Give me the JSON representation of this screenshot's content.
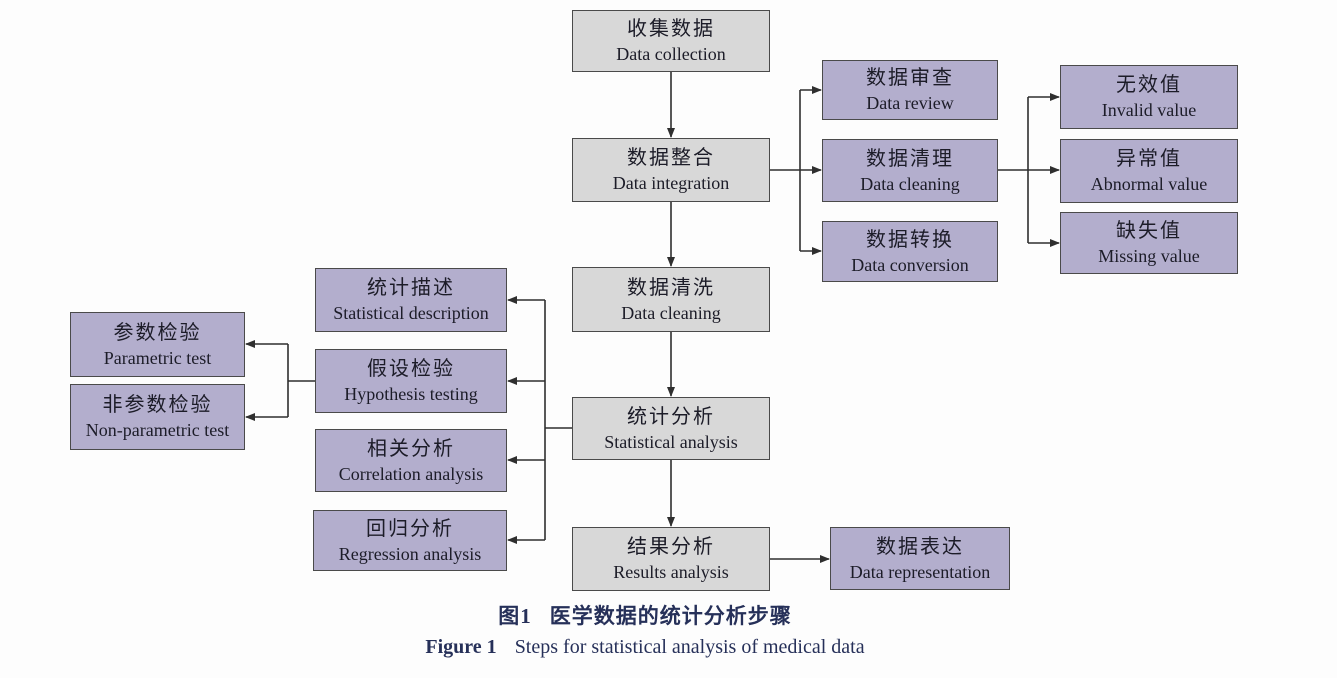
{
  "figure": {
    "caption_zh_label": "图1",
    "caption_zh": "医学数据的统计分析步骤",
    "caption_en_label": "Figure 1",
    "caption_en": "Steps for statistical analysis of medical data"
  },
  "colors": {
    "process_box": "#d8d8d8",
    "item_box": "#b3aecd",
    "box_border": "#4a4a4a",
    "connector": "#2f2f2f",
    "box_text": "#1c1c28",
    "caption": "#263059",
    "page_bg": "#fdfdfd"
  },
  "nodes": {
    "data_collection": {
      "zh": "收集数据",
      "en": "Data collection"
    },
    "data_integration": {
      "zh": "数据整合",
      "en": "Data integration"
    },
    "data_cleaning_main": {
      "zh": "数据清洗",
      "en": "Data cleaning"
    },
    "statistical_analysis": {
      "zh": "统计分析",
      "en": "Statistical analysis"
    },
    "results_analysis": {
      "zh": "结果分析",
      "en": "Results analysis"
    },
    "data_review": {
      "zh": "数据审查",
      "en": "Data review"
    },
    "data_cleaning_sub": {
      "zh": "数据清理",
      "en": "Data cleaning"
    },
    "data_conversion": {
      "zh": "数据转换",
      "en": "Data conversion"
    },
    "invalid_value": {
      "zh": "无效值",
      "en": "Invalid value"
    },
    "abnormal_value": {
      "zh": "异常值",
      "en": "Abnormal value"
    },
    "missing_value": {
      "zh": "缺失值",
      "en": "Missing value"
    },
    "statistical_description": {
      "zh": "统计描述",
      "en": "Statistical description"
    },
    "hypothesis_testing": {
      "zh": "假设检验",
      "en": "Hypothesis testing"
    },
    "correlation_analysis": {
      "zh": "相关分析",
      "en": "Correlation analysis"
    },
    "regression_analysis": {
      "zh": "回归分析",
      "en": "Regression analysis"
    },
    "parametric_test": {
      "zh": "参数检验",
      "en": "Parametric test"
    },
    "non_parametric_test": {
      "zh": "非参数检验",
      "en": "Non-parametric test"
    },
    "data_representation": {
      "zh": "数据表达",
      "en": "Data representation"
    }
  },
  "edges": [
    {
      "from": "data_collection",
      "to": "data_integration"
    },
    {
      "from": "data_integration",
      "to": "data_cleaning_main"
    },
    {
      "from": "data_integration",
      "to": "data_review"
    },
    {
      "from": "data_integration",
      "to": "data_cleaning_sub"
    },
    {
      "from": "data_integration",
      "to": "data_conversion"
    },
    {
      "from": "data_cleaning_sub",
      "to": "invalid_value"
    },
    {
      "from": "data_cleaning_sub",
      "to": "abnormal_value"
    },
    {
      "from": "data_cleaning_sub",
      "to": "missing_value"
    },
    {
      "from": "data_cleaning_main",
      "to": "statistical_analysis"
    },
    {
      "from": "statistical_analysis",
      "to": "statistical_description"
    },
    {
      "from": "statistical_analysis",
      "to": "hypothesis_testing"
    },
    {
      "from": "statistical_analysis",
      "to": "correlation_analysis"
    },
    {
      "from": "statistical_analysis",
      "to": "regression_analysis"
    },
    {
      "from": "hypothesis_testing",
      "to": "parametric_test"
    },
    {
      "from": "hypothesis_testing",
      "to": "non_parametric_test"
    },
    {
      "from": "statistical_analysis",
      "to": "results_analysis"
    },
    {
      "from": "results_analysis",
      "to": "data_representation"
    }
  ]
}
